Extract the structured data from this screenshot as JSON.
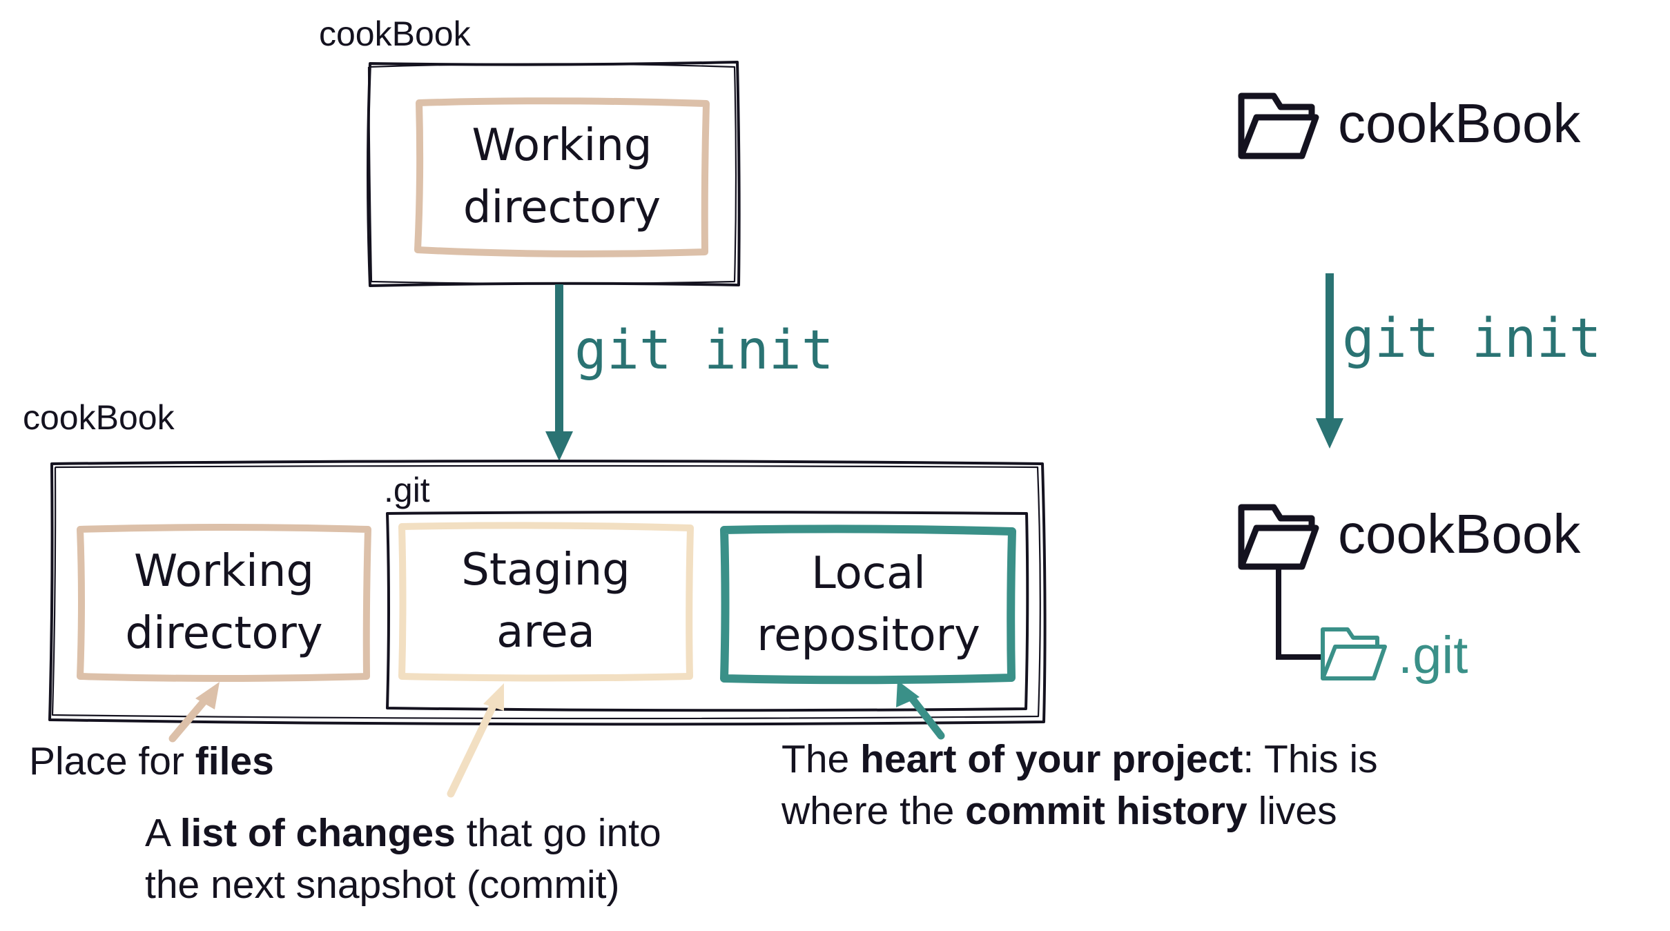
{
  "colors": {
    "ink": "#14121f",
    "working": "#dcc0a9",
    "staging": "#f2dfc2",
    "repo": "#3a9088",
    "arrow": "#2a7373"
  },
  "top": {
    "folder_label": "cookBook",
    "working_line1": "Working",
    "working_line2": "directory"
  },
  "command": "git init",
  "bottom": {
    "folder_label": "cookBook",
    "git_label": ".git",
    "working_line1": "Working",
    "working_line2": "directory",
    "staging_line1": "Staging",
    "staging_line2": "area",
    "repo_line1": "Local",
    "repo_line2": "repository"
  },
  "notes": {
    "files_pre": "Place for ",
    "files_bold": "files",
    "staging_pre": "A ",
    "staging_bold": "list of changes",
    "staging_post1": " that go into",
    "staging_line2": "the next snapshot (commit)",
    "repo_pre": "The ",
    "repo_bold1": "heart of your project",
    "repo_mid": ": This is",
    "repo_line2_pre": "where the ",
    "repo_bold2": "commit history",
    "repo_line2_post": " lives"
  },
  "right": {
    "folder_label": "cookBook",
    "command": "git init",
    "folder_label_after": "cookBook",
    "git_label": ".git",
    "icons": [
      "folder-open-icon",
      "folder-open-icon",
      "folder-open-icon"
    ]
  }
}
